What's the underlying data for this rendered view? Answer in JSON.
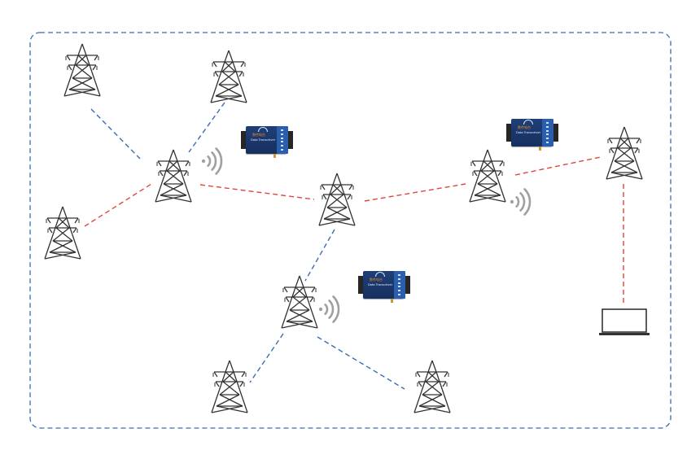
{
  "diagram": {
    "towers": [
      {
        "id": "t1"
      },
      {
        "id": "t2"
      },
      {
        "id": "t3"
      },
      {
        "id": "t4"
      },
      {
        "id": "t5"
      },
      {
        "id": "t6"
      },
      {
        "id": "t7"
      },
      {
        "id": "t8"
      },
      {
        "id": "t9"
      },
      {
        "id": "t10"
      }
    ],
    "links": [
      {
        "from": "t1",
        "to": "t3",
        "kind": "wireless"
      },
      {
        "from": "t2",
        "to": "t3",
        "kind": "wireless"
      },
      {
        "from": "t4",
        "to": "t3",
        "kind": "backbone"
      },
      {
        "from": "t3",
        "to": "t5",
        "kind": "backbone"
      },
      {
        "from": "t5",
        "to": "t6",
        "kind": "backbone"
      },
      {
        "from": "t6",
        "to": "t7",
        "kind": "backbone"
      },
      {
        "from": "t7",
        "to": "laptop",
        "kind": "backbone"
      },
      {
        "from": "t5",
        "to": "t8",
        "kind": "wireless"
      },
      {
        "from": "t8",
        "to": "t9",
        "kind": "wireless"
      },
      {
        "from": "t8",
        "to": "t10",
        "kind": "wireless"
      }
    ],
    "devices": [
      {
        "id": "dev-a",
        "brand": "数传电台",
        "title": "Data Transceiver"
      },
      {
        "id": "dev-b",
        "brand": "数传电台",
        "title": "Data Transceiver"
      },
      {
        "id": "dev-c",
        "brand": "数传电台",
        "title": "Data Transceiver"
      }
    ],
    "colors": {
      "boundary": "#3a6db0",
      "wireless_link": "#3a6db0",
      "backbone_link": "#e0453c",
      "tower_stroke": "#333333",
      "signal": "#a0a0a0",
      "device_body": "#1f3f78"
    },
    "icons": {
      "tower": "transmission-tower-icon",
      "device": "radio-modem-icon",
      "signal": "wireless-signal-icon",
      "terminal": "laptop-icon"
    }
  }
}
